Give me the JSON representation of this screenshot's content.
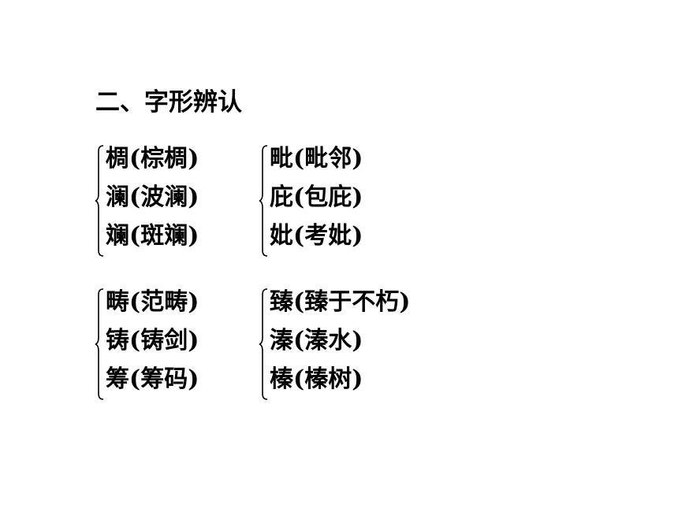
{
  "title": "二、字形辨认",
  "groups": [
    {
      "items": [
        "椆(棕椆)",
        "澜(波澜)",
        "斓(斑斓)"
      ]
    },
    {
      "items": [
        "毗(毗邻)",
        "庇(包庇)",
        "妣(考妣)"
      ]
    },
    {
      "items": [
        "畴(范畴)",
        "铸(铸剑)",
        "筹(筹码)"
      ]
    },
    {
      "items": [
        "臻(臻于不朽)",
        "溱(溱水)",
        "榛(榛树)"
      ]
    }
  ]
}
